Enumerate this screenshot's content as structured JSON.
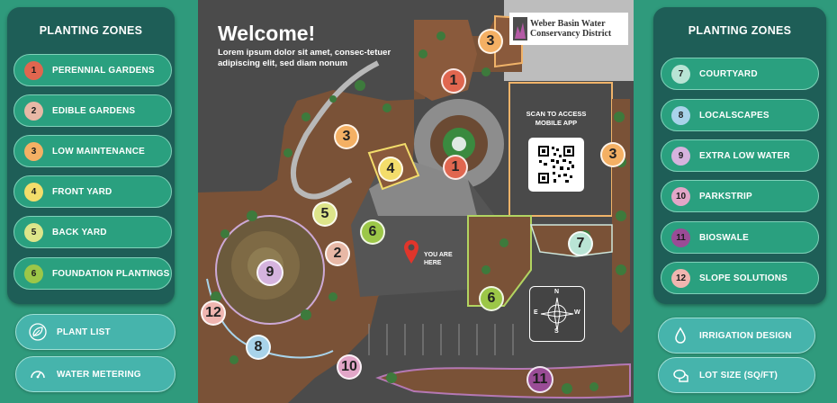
{
  "left_panel": {
    "title": "PLANTING ZONES",
    "zones": [
      {
        "num": "1",
        "label": "PERENNIAL GARDENS",
        "color": "#e0664f"
      },
      {
        "num": "2",
        "label": "EDIBLE GARDENS",
        "color": "#e8b8a6"
      },
      {
        "num": "3",
        "label": "LOW MAINTENANCE",
        "color": "#f4b064"
      },
      {
        "num": "4",
        "label": "FRONT YARD",
        "color": "#f3dd6b"
      },
      {
        "num": "5",
        "label": "BACK YARD",
        "color": "#dde58a"
      },
      {
        "num": "6",
        "label": "FOUNDATION PLANTINGS",
        "color": "#9cc748"
      }
    ]
  },
  "right_panel": {
    "title": "PLANTING ZONES",
    "zones": [
      {
        "num": "7",
        "label": "COURTYARD",
        "color": "#b9e4d5"
      },
      {
        "num": "8",
        "label": "LOCALSCAPES",
        "color": "#a8d3ea"
      },
      {
        "num": "9",
        "label": "EXTRA LOW WATER",
        "color": "#d5b3de"
      },
      {
        "num": "10",
        "label": "PARKSTRIP",
        "color": "#e2a6c8"
      },
      {
        "num": "11",
        "label": "BIOSWALE",
        "color": "#9a4c96"
      },
      {
        "num": "12",
        "label": "SLOPE SOLUTIONS",
        "color": "#f0b5b0"
      }
    ]
  },
  "tools": {
    "plant_list": "PLANT LIST",
    "water_metering": "WATER METERING",
    "irrigation_design": "IRRIGATION DESIGN",
    "lot_size": "LOT SIZE (SQ/FT)"
  },
  "map": {
    "welcome": "Welcome!",
    "lorem": "Lorem ipsum dolor sit amet, consec-tetuer adipiscing elit, sed diam nonum",
    "logo_line1": "Weber Basin Water",
    "logo_line2": "Conservancy District",
    "scan_text": "SCAN TO ACCESS MOBILE APP",
    "you_are_here": "YOU ARE HERE",
    "compass": {
      "n": "N",
      "s": "S",
      "e": "E",
      "w": "W"
    },
    "markers": [
      {
        "num": "1",
        "color": "#e0664f"
      },
      {
        "num": "1",
        "color": "#e0664f"
      },
      {
        "num": "2",
        "color": "#e8b8a6"
      },
      {
        "num": "3",
        "color": "#f4b064"
      },
      {
        "num": "3",
        "color": "#f4b064"
      },
      {
        "num": "3",
        "color": "#f4b064"
      },
      {
        "num": "4",
        "color": "#f3dd6b"
      },
      {
        "num": "5",
        "color": "#dde58a"
      },
      {
        "num": "6",
        "color": "#9cc748"
      },
      {
        "num": "6",
        "color": "#9cc748"
      },
      {
        "num": "7",
        "color": "#b9e4d5"
      },
      {
        "num": "8",
        "color": "#a8d3ea"
      },
      {
        "num": "9",
        "color": "#d5b3de"
      },
      {
        "num": "10",
        "color": "#e2a6c8"
      },
      {
        "num": "11",
        "color": "#9a4c96"
      },
      {
        "num": "12",
        "color": "#f0b5b0"
      }
    ]
  },
  "colors": {
    "background": "#2f9a7c",
    "panel": "#1e5e57",
    "zone_button": "#2aa07f",
    "util_button": "#46b4ac",
    "map_pavement": "#4b4b4b",
    "soil": "#8a5a3c",
    "you_are_here_pin": "#e0352b"
  }
}
